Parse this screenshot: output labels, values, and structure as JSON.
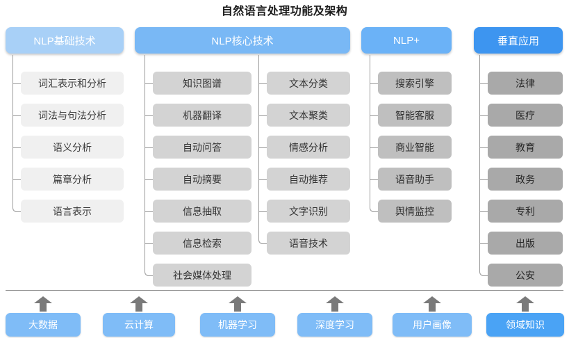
{
  "title": "自然语言处理功能及架构",
  "colors": {
    "header_basic": "#a8d0f7",
    "header_core": "#79b8f5",
    "header_plus": "#6bb2f7",
    "header_vertical": "#3d95f0",
    "leaf_basic": "#f0f0f0",
    "leaf_core": "#d3d3d3",
    "leaf_plus": "#bfbfbf",
    "leaf_vertical": "#a9a9a9",
    "connector": "#9a9a9a",
    "arrow": "#7a7a7a",
    "foundation": "#7fbcf7",
    "foundation_last": "#4aa3f5",
    "title_text": "#1a1a1a"
  },
  "columns": [
    {
      "id": "nlp-basic",
      "header": "NLP基础技术",
      "groups": [
        {
          "items": [
            "词汇表示和分析",
            "词法与句法分析",
            "语义分析",
            "篇章分析",
            "语言表示"
          ]
        }
      ]
    },
    {
      "id": "nlp-core",
      "header": "NLP核心技术",
      "groups": [
        {
          "items": [
            "知识图谱",
            "机器翻译",
            "自动问答",
            "自动摘要",
            "信息抽取",
            "信息检索",
            "社会媒体处理"
          ]
        },
        {
          "items": [
            "文本分类",
            "文本聚类",
            "情感分析",
            "自动推荐",
            "文字识别",
            "语音技术"
          ]
        }
      ]
    },
    {
      "id": "nlp-plus",
      "header": "NLP+",
      "groups": [
        {
          "items": [
            "搜索引擎",
            "智能客服",
            "商业智能",
            "语音助手",
            "舆情监控"
          ]
        }
      ]
    },
    {
      "id": "vertical-app",
      "header": "垂直应用",
      "groups": [
        {
          "items": [
            "法律",
            "医疗",
            "教育",
            "政务",
            "专利",
            "出版",
            "公安"
          ]
        }
      ]
    }
  ],
  "foundation": {
    "items": [
      "大数据",
      "云计算",
      "机器学习",
      "深度学习",
      "用户画像",
      "领域知识"
    ],
    "arrow_icon": "up-arrow-icon"
  }
}
